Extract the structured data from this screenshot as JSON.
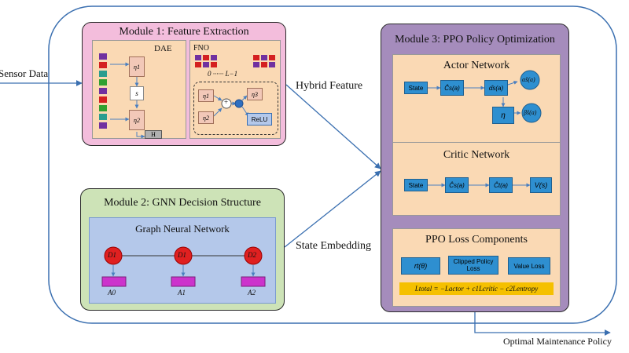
{
  "io": {
    "sensor_data": "Sensor Data",
    "optimal_policy": "Optimal Maintenance Policy",
    "hybrid_feature": "Hybrid Feature",
    "state_embedding": "State Embedding"
  },
  "module1": {
    "title": "Module 1: Feature Extraction",
    "dae": {
      "label": "DAE",
      "enc1": "η1",
      "s": "s",
      "enc2": "η2",
      "out": "H"
    },
    "fno": {
      "label": "FNO",
      "layer_range": "0 ······ L−1",
      "eta1": "η1",
      "eta2": "η2",
      "eta3": "η3",
      "plus": "+",
      "relu": "ReLU"
    }
  },
  "module2": {
    "title": "Module 2: GNN Decision Structure",
    "gnn_title": "Graph Neural Network",
    "nodes": [
      {
        "label": "D1",
        "action": "A0"
      },
      {
        "label": "D1",
        "action": "A1"
      },
      {
        "label": "D2",
        "action": "A2"
      }
    ]
  },
  "module3": {
    "title": "Module 3: PPO Policy Optimization",
    "actor": {
      "title": "Actor Network",
      "state": "State",
      "c_hat": "Ĉs(a)",
      "alpha": "α̂s(a)",
      "eta": "η",
      "alpha_out": "α̂s(a)",
      "beta_out": "β̂s(a)"
    },
    "critic": {
      "title": "Critic Network",
      "state": "State",
      "c_hat_s": "Ĉs(a)",
      "c_hat_t": "Ĉt(a)",
      "v": "V(s)"
    },
    "loss": {
      "title": "PPO Loss Components",
      "ratio": "rt(θ)",
      "clipped": "Clipped Policy Loss",
      "value": "Value Loss",
      "formula": "Ltotal = −Lactor + c1Lcritic − c2Lentropy"
    }
  },
  "colors": {
    "module1_bg": "#f3bddc",
    "module2_bg": "#cde3b7",
    "module3_bg": "#a58cbc",
    "inner_panel": "#fad9b4",
    "blue_box": "#2e8fd0",
    "node_red": "#e02020",
    "action_magenta": "#cc33cc",
    "gnn_bg": "#b4c8ea",
    "formula_bar": "#f5c000",
    "outline": "#3a6fb0"
  }
}
